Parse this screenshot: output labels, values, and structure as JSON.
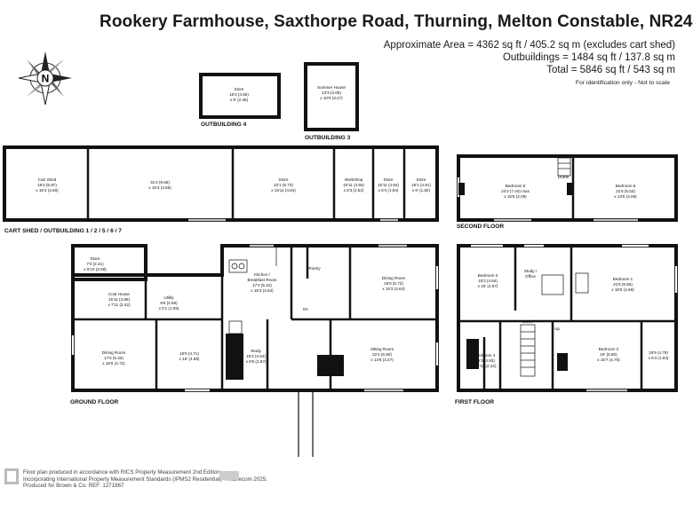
{
  "header": {
    "title": "Rookery Farmhouse, Saxthorpe Road, Thurning, Melton Constable, NR24",
    "area_lines": [
      "Approximate Area = 4362 sq ft / 405.2 sq m (excludes cart shed)",
      "Outbuildings = 1484 sq ft / 137.8 sq m",
      "Total = 5846 sq ft / 543 sq m"
    ],
    "note": "For identification only - Not to scale",
    "compass_letter": "N"
  },
  "floors": {
    "outbuilding4": "OUTBUILDING 4",
    "outbuilding3": "OUTBUILDING 3",
    "cartshed": "CART SHED / OUTBUILDING 1 / 2 / 5 / 6 / 7",
    "second": "SECOND FLOOR",
    "ground": "GROUND FLOOR",
    "first": "FIRST FLOOR"
  },
  "rooms": {
    "ob4_store": [
      "Store",
      "15'3 (4.65)",
      "x 8' (2.45)"
    ],
    "ob3_summer": [
      "Summer House",
      "13'3 (4.05)",
      "x 10'9 (3.27)"
    ],
    "cart_shed": [
      "Cart Shed",
      "19'3 (5.87)",
      "x 15'3 (4.66)"
    ],
    "cs_room2": [
      "31'4 (9.55)",
      "x 15'3 (4.66)"
    ],
    "cs_store": [
      "Store",
      "22'1 (6.73)",
      "x 15'11 (4.84)"
    ],
    "workshop": [
      "Workshop",
      "15'11 (4.84)",
      "x 8'3 (2.52)"
    ],
    "store_a": [
      "Store",
      "15'11 (4.84)",
      "x 6'4 (1.94)"
    ],
    "store_b": [
      "Store",
      "16'1 (4.91)",
      "x 6' (1.82)"
    ],
    "bedroom5": [
      "Bedroom 5",
      "24'3 (7.40) max",
      "x 15'5 (4.09)"
    ],
    "bedroom6": [
      "Bedroom 6",
      "21'5 (6.53)",
      "x 13'5 (4.09)"
    ],
    "dome": "Dome",
    "gf_store": [
      "Store",
      "7'3 (2.21)",
      "x 6'10 (2.08)"
    ],
    "coal_house": [
      "Coal House",
      "15'11 (4.86)",
      "x 7'11 (2.42)"
    ],
    "utility": [
      "Utility",
      "8'6 (2.59)",
      "x 5'1 (1.55)"
    ],
    "kitchen": [
      "Kitchen /",
      "Breakfast Room",
      "17'4 (5.31)",
      "x 15'3 (4.64)"
    ],
    "pantry": "Pantry",
    "dining_room_r": [
      "Dining Room",
      "18'9 (5.72)",
      "x 15'3 (4.64)"
    ],
    "dining_room_l": [
      "Dining Room",
      "17'6 (5.33)",
      "x 15'6 (4.72)"
    ],
    "gf_room": [
      "15'5 (4.71)",
      "x 15' (4.58)"
    ],
    "study": [
      "Study",
      "15'3 (4.64)",
      "x 9'5 (2.87)"
    ],
    "sitting_room": [
      "Sitting Room",
      "22'4 (6.80)",
      "x 14'8 (4.47)"
    ],
    "bedroom3": [
      "Bedroom 3",
      "15'3 (4.64)",
      "x 15' (4.57)"
    ],
    "study_office": [
      "Study /",
      "Office"
    ],
    "bedroom1": [
      "Bedroom 1",
      "21'6 (6.55)",
      "x 15'5 (4.69)"
    ],
    "bedroom4": [
      "Bedroom 4",
      "16'3 (4.93)",
      "x 7'11 (2.42)"
    ],
    "bedroom2": [
      "Bedroom 2",
      "19' (5.80)",
      "x 15'7 (4.75)"
    ],
    "ff_room": [
      "15'9 (4.79)",
      "x 6'4 (1.93)"
    ],
    "down": "Down",
    "up": "Up",
    "dn": "Dn"
  },
  "footer": {
    "lines": [
      "Floor plan produced in accordance with RICS Property Measurement 2nd Edition,",
      "Incorporating International Property Measurement Standards (IPMS2 Residential).  ©nichecom 2025.",
      "Produced for Brown & Co.  REF: 1271867"
    ]
  }
}
